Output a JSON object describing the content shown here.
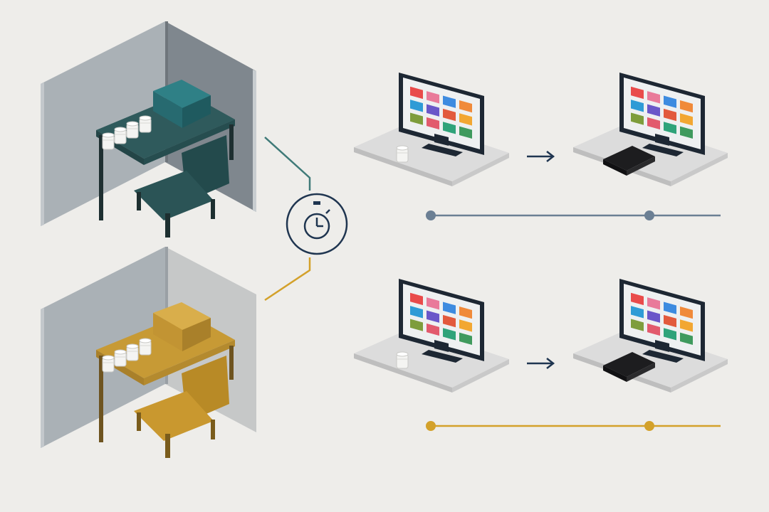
{
  "colors": {
    "background": "#eeedea",
    "teal": "#2f5a5c",
    "teal_dark": "#234547",
    "teal_line": "#3f7a78",
    "ochre": "#c79a35",
    "ochre_dark": "#a9802a",
    "ochre_line": "#d3a12a",
    "slate": "#6b7f94",
    "navy": "#1f3550",
    "wall_light": "#9ea5ab",
    "wall_dark": "#7d858c",
    "platform": "#d9d9d9",
    "monitor": "#1d2733"
  },
  "icons": {
    "timer": "stopwatch-icon",
    "step_arrow": "arrow-right-icon",
    "jar": "jar-icon",
    "book": "book-icon",
    "monitor": "monitor-icon"
  },
  "booths": [
    {
      "name": "booth-teal",
      "color_key": "teal"
    },
    {
      "name": "booth-ochre",
      "color_key": "ochre"
    }
  ],
  "tracks": [
    {
      "name": "track-top",
      "color_key": "slate"
    },
    {
      "name": "track-bottom",
      "color_key": "ochre_line"
    }
  ],
  "screen_tiles": [
    [
      "#e94b4b",
      "#e97a9a",
      "#3d8be0",
      "#f08a3a"
    ],
    [
      "#2f9bd6",
      "#6a57c9",
      "#e25a3d",
      "#f2a732"
    ],
    [
      "#7e9d3c",
      "#e25a6d",
      "#2fa37a",
      "#3f9a5e"
    ]
  ]
}
